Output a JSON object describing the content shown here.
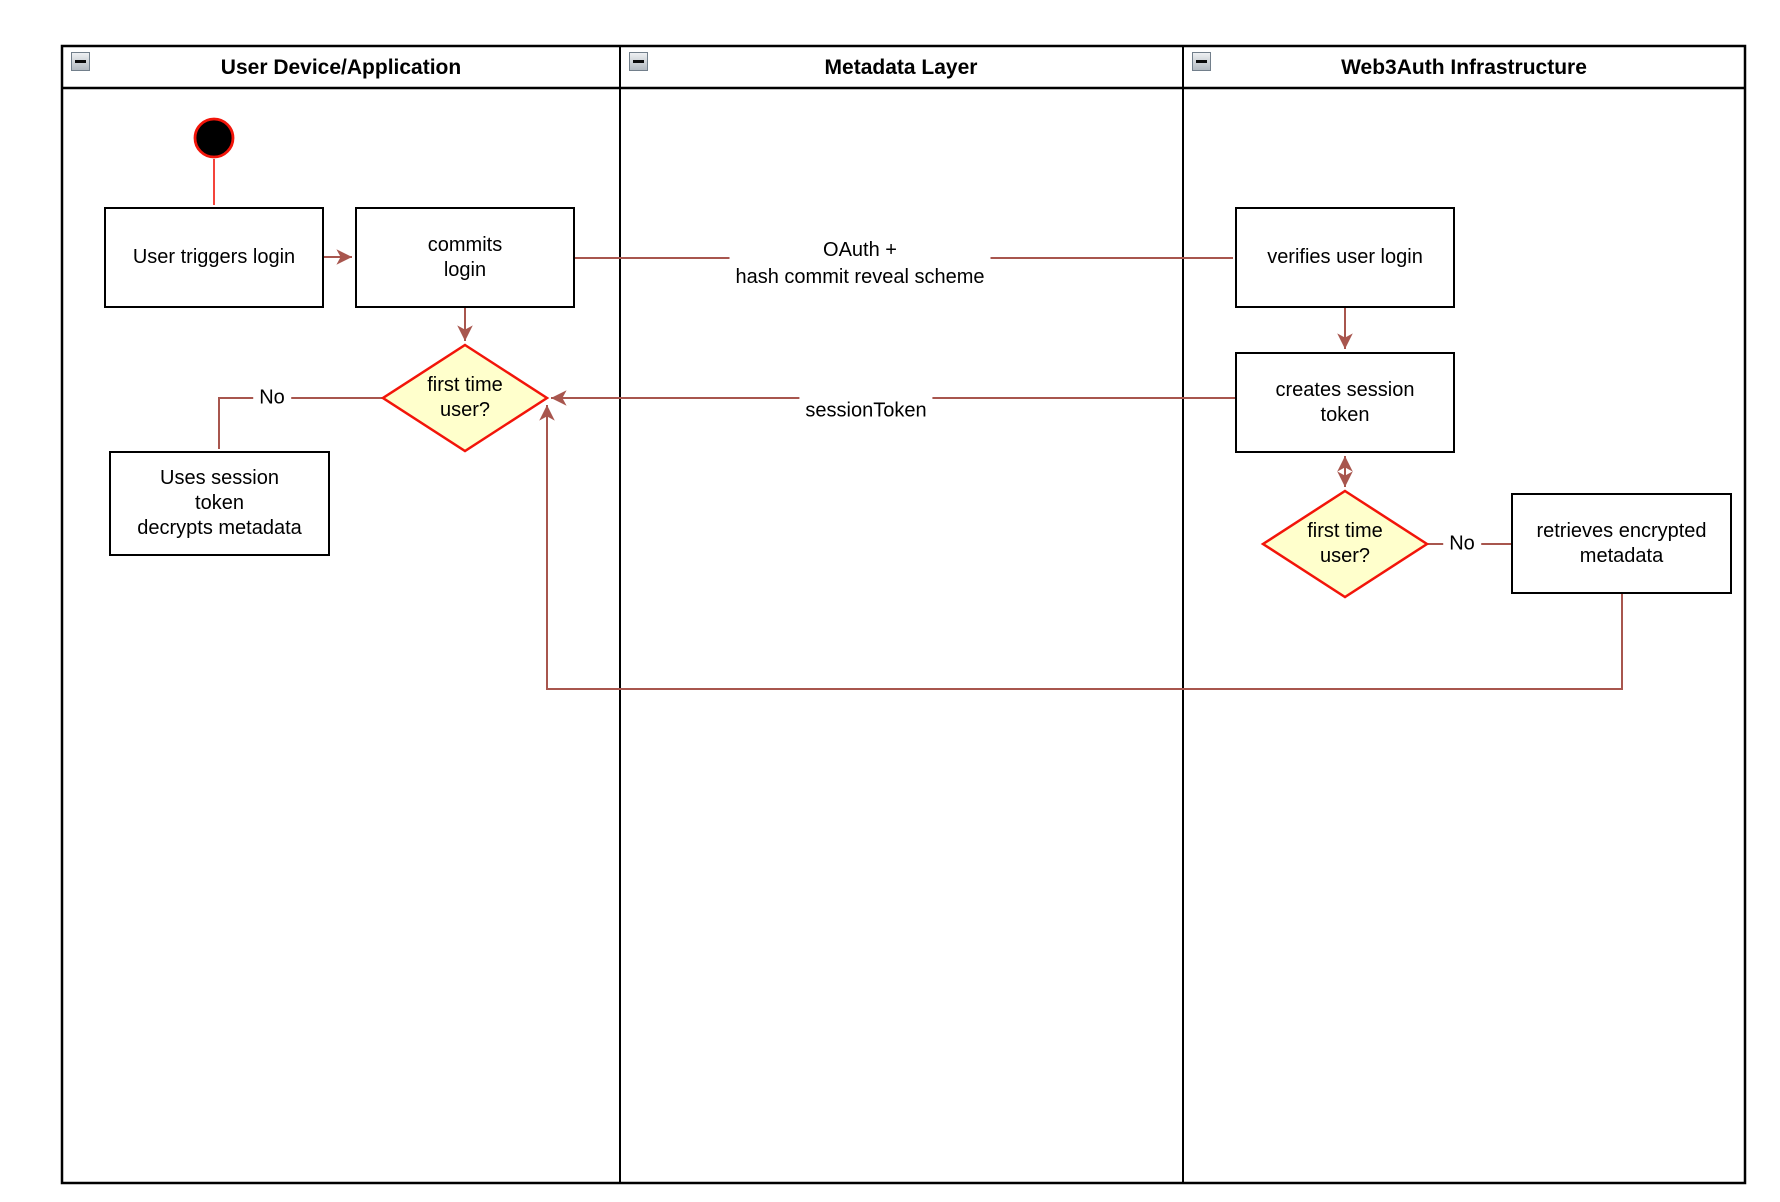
{
  "diagram": {
    "lanes": [
      {
        "title": "User Device/Application"
      },
      {
        "title": "Metadata Layer"
      },
      {
        "title": "Web3Auth Infrastructure"
      }
    ],
    "nodes": {
      "user_triggers_login": "User triggers login",
      "commits_login": [
        "commits",
        "login"
      ],
      "first_time_user_left": [
        "first time",
        "user?"
      ],
      "uses_session_token": [
        "Uses session",
        "token",
        "decrypts metadata"
      ],
      "verifies_user_login": "verifies user login",
      "creates_session_token": [
        "creates session",
        "token"
      ],
      "first_time_user_right": [
        "first time",
        "user?"
      ],
      "retrieves_encrypted_metadata": [
        "retrieves encrypted",
        "metadata"
      ]
    },
    "edge_labels": {
      "oauth": [
        "OAuth +",
        "hash commit reveal scheme"
      ],
      "session_token": "sessionToken",
      "no_left": "No",
      "no_right": "No"
    },
    "colors": {
      "edge": "#a8564e",
      "accent_red": "#f2150a",
      "decision_fill": "#ffffcc",
      "node_border": "#000000"
    }
  }
}
